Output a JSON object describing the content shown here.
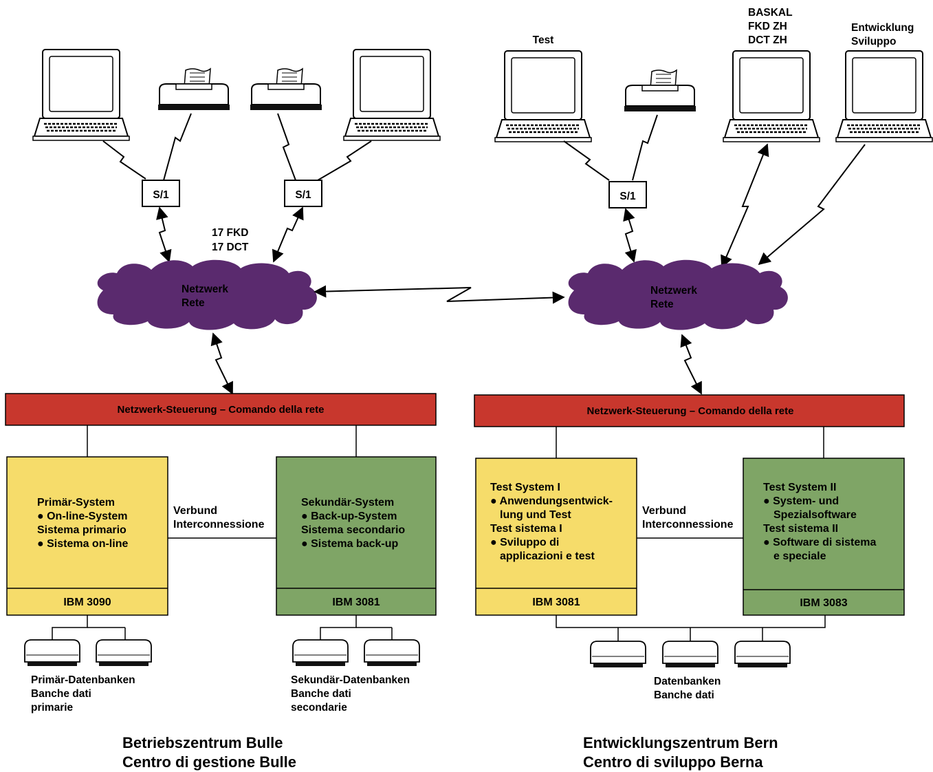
{
  "left_site": {
    "caption": [
      "Betriebszentrum Bulle",
      "Centro di gestione Bulle"
    ],
    "terminal_count": [
      "17 FKD",
      "17 DCT"
    ],
    "controller_label": "S/1",
    "network_label": [
      "Netzwerk",
      "Rete"
    ],
    "control_bar": "Netzwerk-Steuerung – Comando della rete",
    "link_label": [
      "Verbund",
      "Interconnessione"
    ],
    "primary_system": {
      "lines": [
        "Primär-System",
        "● On-line-System",
        "Sistema primario",
        "● Sistema on-line"
      ],
      "model": "IBM 3090"
    },
    "secondary_system": {
      "lines": [
        "Sekundär-System",
        "● Back-up-System",
        "Sistema secondario",
        "● Sistema back-up"
      ],
      "model": "IBM 3081"
    },
    "primary_db_label": [
      "Primär-Datenbanken",
      "Banche dati",
      "primarie"
    ],
    "secondary_db_label": [
      "Sekundär-Datenbanken",
      "Banche dati",
      "secondarie"
    ]
  },
  "right_site": {
    "caption": [
      "Entwicklungszentrum Bern",
      "Centro di sviluppo Berna"
    ],
    "controller_label": "S/1",
    "test_terminal_label": "Test",
    "baskal_label": [
      "BASKAL",
      "FKD ZH",
      "DCT ZH"
    ],
    "dev_terminal_label": [
      "Entwicklung",
      "Sviluppo"
    ],
    "network_label": [
      "Netzwerk",
      "Rete"
    ],
    "control_bar": "Netzwerk-Steuerung – Comando della rete",
    "link_label": [
      "Verbund",
      "Interconnessione"
    ],
    "test_system_1": {
      "lines": [
        "Test System I",
        "● Anwendungsentwick-",
        "lung und Test",
        "Test sistema I",
        "● Sviluppo di",
        "applicazioni e test"
      ],
      "model": "IBM 3081"
    },
    "test_system_2": {
      "lines": [
        "Test System II",
        "● System- und",
        "Spezialsoftware",
        "Test sistema II",
        "● Software di sistema",
        "e speciale"
      ],
      "model": "IBM 3083"
    },
    "db_label": [
      "Datenbanken",
      "Banche dati"
    ]
  },
  "colors": {
    "network_cloud": "#5a2a6e",
    "control_bar": "#c8372d",
    "primary_yellow": "#f6dc6a",
    "secondary_green": "#7fa566"
  }
}
